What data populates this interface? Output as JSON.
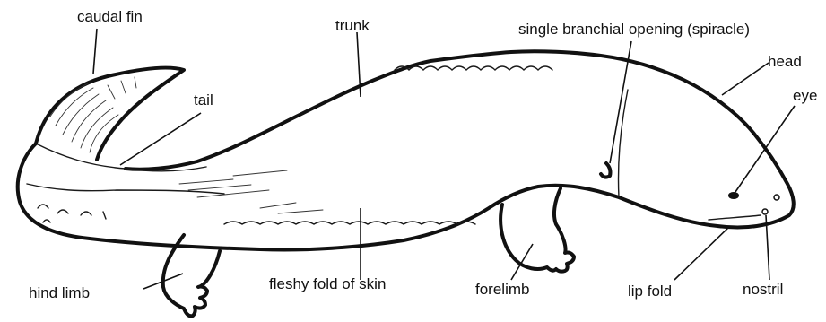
{
  "labels": {
    "caudal_fin": "caudal fin",
    "trunk": "trunk",
    "spiracle": "single branchial opening (spiracle)",
    "head": "head",
    "eye": "eye",
    "tail": "tail",
    "hind_limb": "hind limb",
    "fleshy_fold": "fleshy fold of skin",
    "forelimb": "forelimb",
    "lip_fold": "lip fold",
    "nostril": "nostril"
  }
}
